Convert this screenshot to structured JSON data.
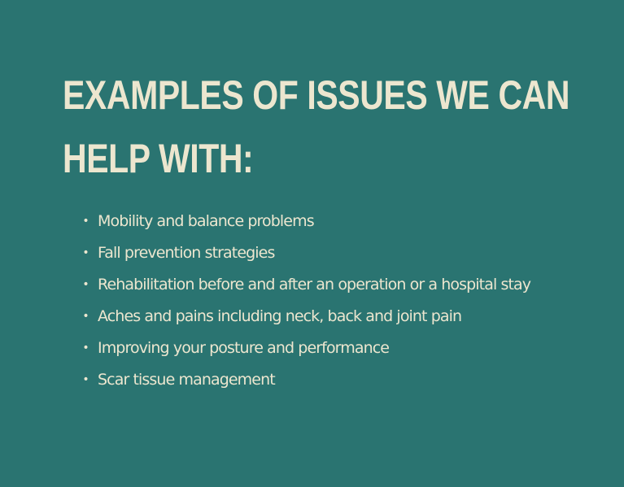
{
  "heading": {
    "line1": "EXAMPLES OF ISSUES WE CAN",
    "line2": "HELP WITH:"
  },
  "issues": {
    "bullet": "•",
    "items": [
      "Mobility and balance problems",
      "Fall prevention strategies",
      "Rehabilitation before and after an operation or a hospital stay",
      "Aches and pains including neck, back and joint pain",
      "Improving your posture and performance",
      "Scar tissue management"
    ]
  },
  "colors": {
    "background": "#2a7471",
    "text": "#ece6cf"
  }
}
